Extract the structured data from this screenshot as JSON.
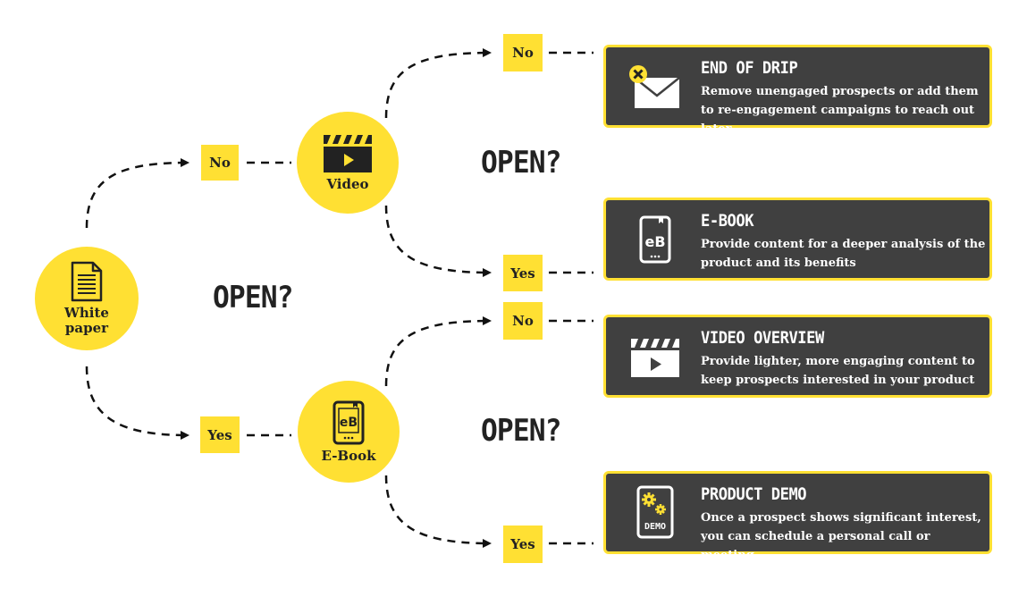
{
  "nodes": {
    "whitepaper": {
      "label_line1": "White",
      "label_line2": "paper"
    },
    "video": {
      "label": "Video"
    },
    "ebook": {
      "label": "E-Book"
    }
  },
  "branches": {
    "wp_no": "No",
    "wp_yes": "Yes",
    "video_no": "No",
    "video_yes": "Yes",
    "ebook_no": "No",
    "ebook_yes": "Yes"
  },
  "questions": {
    "whitepaper": "OPEN?",
    "video": "OPEN?",
    "ebook": "OPEN?"
  },
  "outcomes": {
    "end_of_drip": {
      "title": "END OF DRIP",
      "description": "Remove unengaged prospects or add them to re-engagement campaigns to reach out later"
    },
    "ebook": {
      "title": "E-BOOK",
      "description": "Provide content for a deeper analysis of the product and its benefits"
    },
    "video_overview": {
      "title": "VIDEO OVERVIEW",
      "description": "Provide lighter, more engaging content to keep prospects interested in your product"
    },
    "product_demo": {
      "title": "PRODUCT DEMO",
      "description": "Once a prospect shows significant interest, you can schedule a personal call or meeting"
    }
  },
  "icons": {
    "ebook_glyph": "eB",
    "demo_text": "DEMO"
  },
  "colors": {
    "accent": "#ffe033",
    "card_bg": "#404040",
    "text_dark": "#222222"
  }
}
